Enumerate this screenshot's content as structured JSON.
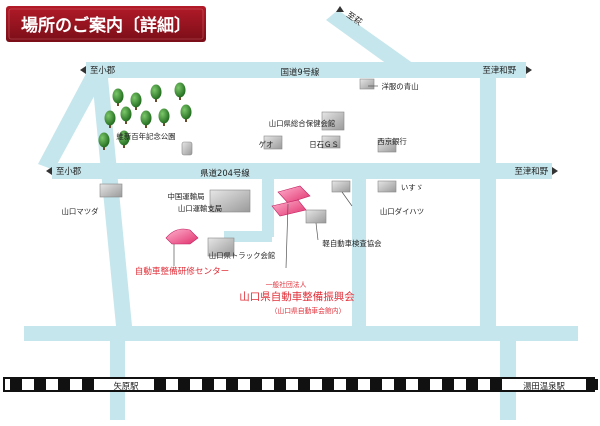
{
  "title": "場所のご案内〔詳細〕",
  "colors": {
    "road": "#c5e6ec",
    "title_bg": "#9b1420",
    "accent_red": "#e0303a",
    "building": "#b8b8b8",
    "tree": "#3a8a2e"
  },
  "roads": {
    "kokudo9": "国道9号線",
    "kendo204": "県道204号線"
  },
  "directions": {
    "to_ogori_top": "至小郡",
    "to_tsuwano_top": "至津和野",
    "to_ogori_mid": "至小郡",
    "to_tsuwano_mid": "至津和野",
    "to_hagi": "至萩"
  },
  "places": {
    "ishin_park": "維新百年記念公園",
    "yamaguchi_mazda": "山口マツダ",
    "chugoku_unyu_line1": "中国運輸局",
    "chugoku_unyu_line2": "山口運輸支局",
    "truck_kaikan": "山口県トラック会館",
    "hoken_kaikan": "山口県総合保健会館",
    "geo": "ゲオ",
    "nisseki_gs": "日石ＧＳ",
    "saikyo_bank": "西京銀行",
    "yoshinoya_aoyama": "洋服の青山",
    "isuzu": "いすゞ",
    "yamaguchi_daihatsu": "山口ダイハツ",
    "kei_kensa": "軽自動車検査協会",
    "seibi_center": "自動車整備研修センター",
    "shinkokai_prefix": "一般社団法人",
    "shinkokai_name": "山口県自動車整備振興会",
    "shinkokai_note": "（山口県自動車会館内）"
  },
  "stations": {
    "yabara": "矢原駅",
    "yudaonsen": "湯田温泉駅"
  }
}
